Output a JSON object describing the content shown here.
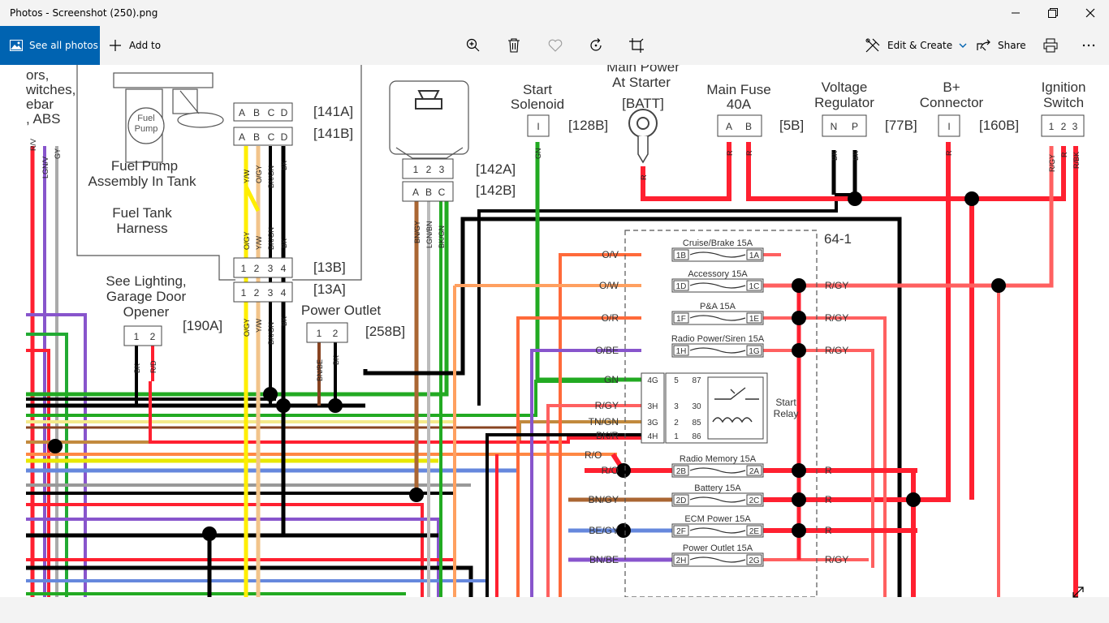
{
  "window": {
    "title": "Photos - Screenshot (250).png",
    "minimize_icon": "minimize-icon",
    "maximize_icon": "restore-icon",
    "close_icon": "close-icon"
  },
  "toolbar": {
    "see_all_label": "See all photos",
    "add_to_label": "Add to",
    "edit_create_label": "Edit & Create",
    "share_label": "Share",
    "accent": "#0063b1",
    "icons": [
      "zoom-icon",
      "delete-icon",
      "favorite-icon",
      "rotate-icon",
      "crop-icon",
      "print-icon",
      "more-icon"
    ]
  },
  "diagram": {
    "left_fragments": [
      "ors,",
      "witches,",
      "ebar",
      ", ABS"
    ],
    "fuel_pump_label": "Fuel Pump Assembly In Tank",
    "fuel_pump_small": "Fuel Pump",
    "fuel_tank_harness": "Fuel Tank Harness",
    "lighting_label": "See Lighting, Garage Door Opener",
    "power_outlet_label": "Power Outlet",
    "start_solenoid": "Start Solenoid",
    "main_power": "Main Power At Starter",
    "batt": "[BATT]",
    "main_fuse": "Main Fuse 40A",
    "voltage_regulator": "Voltage Regulator",
    "b_plus": "B+ Connector",
    "ignition": "Ignition Switch",
    "box_label": "64-1",
    "start_relay": "Start Relay",
    "connectors": {
      "c141a": "[141A]",
      "c141b": "[141B]",
      "c142a": "[142A]",
      "c142b": "[142B]",
      "c13a": "[13A]",
      "c13b": "[13B]",
      "c190a": "[190A]",
      "c258b": "[258B]",
      "c128b": "[128B]",
      "c5b": "[5B]",
      "c77b": "[77B]",
      "c160b": "[160B]"
    },
    "fuses": [
      {
        "name": "Cruise/Brake 15A",
        "in": "1B",
        "out": "1A",
        "wire": "O/V",
        "right": ""
      },
      {
        "name": "Accessory 15A",
        "in": "1D",
        "out": "1C",
        "wire": "O/W",
        "right": "R/GY"
      },
      {
        "name": "P&A 15A",
        "in": "1F",
        "out": "1E",
        "wire": "O/R",
        "right": "R/GY"
      },
      {
        "name": "Radio Power/Siren 15A",
        "in": "1H",
        "out": "1G",
        "wire": "O/BE",
        "right": "R/GY"
      },
      {
        "name": "Radio Memory 15A",
        "in": "2B",
        "out": "2A",
        "wire": "R/O",
        "right": "R"
      },
      {
        "name": "Battery 15A",
        "in": "2D",
        "out": "2C",
        "wire": "BN/GY",
        "right": "R"
      },
      {
        "name": "ECM Power 15A",
        "in": "2F",
        "out": "2E",
        "wire": "BE/GY",
        "right": "R"
      },
      {
        "name": "Power Outlet 15A",
        "in": "2H",
        "out": "2G",
        "wire": "BN/BE",
        "right": "R/GY"
      }
    ],
    "relay_rows": [
      {
        "wire": "GN",
        "pin": "4G",
        "a": "5",
        "b": "87"
      },
      {
        "wire": "R/GY",
        "pin": "3H",
        "a": "3",
        "b": "30"
      },
      {
        "wire": "TN/GN",
        "pin": "3G",
        "a": "2",
        "b": "85"
      },
      {
        "wire": "BK/R",
        "pin": "4H",
        "a": "1",
        "b": "86"
      }
    ],
    "extra_wire_label": "R/O",
    "pins": {
      "abcd": [
        "A",
        "B",
        "C",
        "D"
      ],
      "abc": [
        "A",
        "B",
        "C"
      ],
      "n123": [
        "1",
        "2",
        "3"
      ],
      "n1234": [
        "1",
        "2",
        "3",
        "4"
      ],
      "n12": [
        "1",
        "2"
      ],
      "ab": [
        "A",
        "B"
      ],
      "np": [
        "N",
        "P"
      ],
      "one": "I"
    },
    "wire_labels": {
      "rv": "R/V",
      "lgnv": "LGN/V",
      "gy": "GY",
      "yw": "Y/W",
      "oigy": "O/GY",
      "bkgn": "BK/GN",
      "bk": "BK",
      "rd": "R/D",
      "bnbe": "BN/BE",
      "bngy": "BN/GY",
      "lgnbn": "LGN/BN",
      "bkgn2": "BK/GN",
      "gn": "GN",
      "r": "R",
      "rgy": "R/GY",
      "rbk": "R/BK"
    }
  }
}
